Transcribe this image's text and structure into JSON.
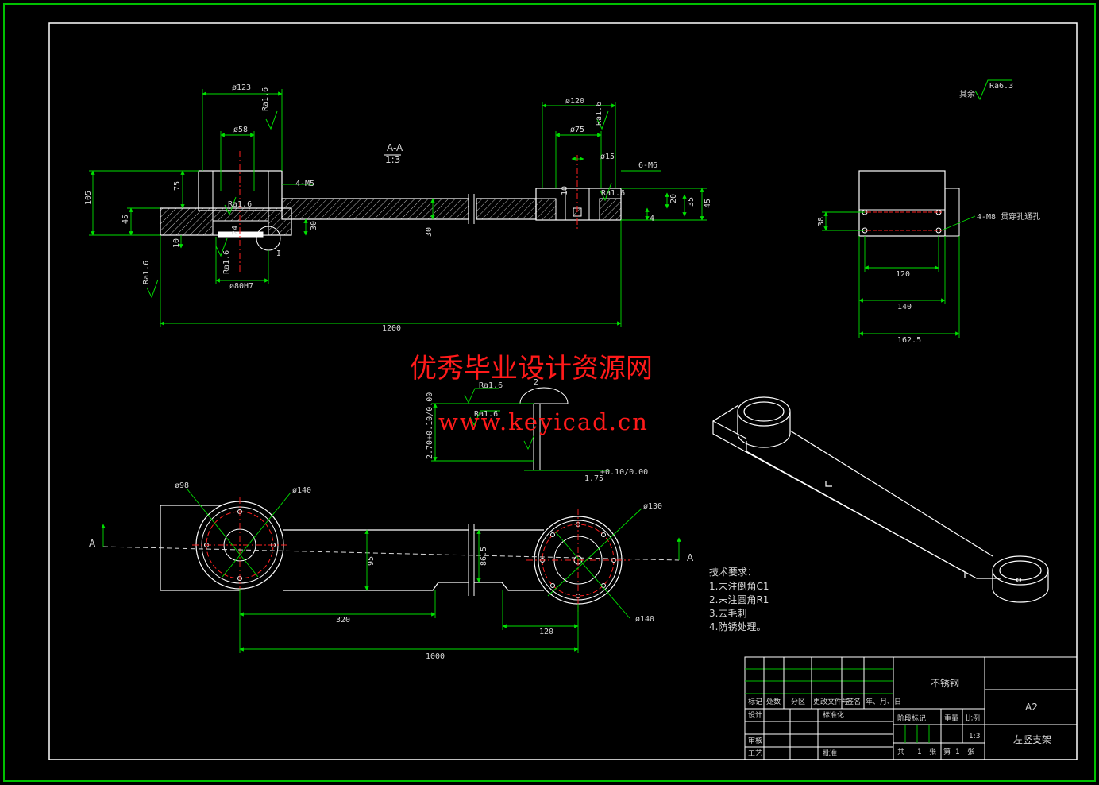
{
  "watermark": {
    "title": "优秀毕业设计资源网",
    "url": "www.keyicad.cn"
  },
  "section_view": {
    "title": "A-A",
    "scale": "1:3",
    "dims": {
      "d123": "ø123",
      "d58": "ø58",
      "d120": "ø120",
      "d75": "ø75",
      "d15": "ø15",
      "m5": "4-M5",
      "m6": "6-M6",
      "h105": "105",
      "h75": "75",
      "h45": "45",
      "h10": "10",
      "h30a": "30",
      "h30b": "30",
      "h24": "24",
      "d80h7": "ø80H7",
      "len1200": "1200",
      "h45r": "45",
      "h35": "35",
      "h20": "20",
      "h4": "4",
      "h10r": "10",
      "ra16a": "Ra1.6",
      "ra16b": "Ra1.6",
      "ra16c": "Ra1.6",
      "ra16d": "Ra1.6",
      "ra16e": "Ra1.6",
      "ra16f": "Ra1.6",
      "detail": "I"
    }
  },
  "surface_finish": {
    "prefix": "其余",
    "value": "Ra6.3"
  },
  "side_view": {
    "dims": {
      "w120": "120",
      "w140": "140",
      "w1625": "162.5",
      "h38": "38",
      "m8": "4-M8 贯穿孔通孔"
    }
  },
  "detail_view": {
    "dims": {
      "ra16a": "Ra1.6",
      "ra16b": "Ra1.6",
      "tol1": "2.70+0.10/0.00",
      "w175": "1.75",
      "tol2": "+0.10/0.00",
      "d2": "2"
    }
  },
  "plan_view": {
    "marker_a": "A",
    "dims": {
      "d98": "ø98",
      "d140a": "ø140",
      "d130": "ø130",
      "d140b": "ø140",
      "h95": "95",
      "h865": "86.5",
      "w320": "320",
      "w120": "120",
      "w1000": "1000"
    }
  },
  "tech_notes": {
    "heading": "技术要求：",
    "items": [
      "1.未注倒角C1",
      "2.未注圆角R1",
      "3.去毛刺",
      "4.防锈处理。"
    ]
  },
  "title_block": {
    "material": "不锈钢",
    "paper": "A2",
    "part_name": "左竖支架",
    "scale": "1:3",
    "labels": {
      "mark": "标记",
      "count": "处数",
      "zone": "分区",
      "doc": "更改文件号",
      "sign": "签名",
      "date": "年、月、日",
      "design": "设计",
      "standard": "标准化",
      "stage": "阶段标记",
      "weight": "重量",
      "ratio": "比例",
      "check": "审核",
      "process": "工艺",
      "approve": "批准",
      "total": "共",
      "sheet": "张",
      "page": "第",
      "one": "1"
    }
  },
  "colors": {
    "background": "#000000",
    "line": "#ffffff",
    "dim": "#00e000",
    "center": "#ff2020",
    "watermark": "#ff1a1a"
  }
}
